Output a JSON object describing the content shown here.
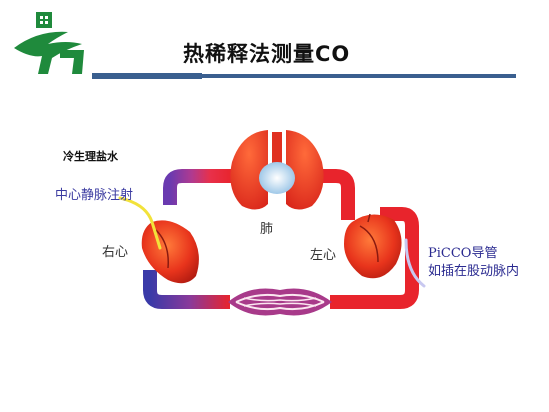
{
  "slide": {
    "title": "热稀释法测量CO"
  },
  "labels": {
    "cold_saline": "冷生理盐水",
    "central_venous_injection": "中心静脉注射",
    "right_heart": "右心",
    "lung": "肺",
    "left_heart": "左心",
    "picco_catheter": "PiCCO导管",
    "inserted_femoral_artery": "如插在股动脉内"
  },
  "colors": {
    "accent": "#3a5f8f",
    "logo_green": "#1f8a3c",
    "heart_red": "#e8341c",
    "vessel_red": "#e8242c",
    "vessel_blue": "#3a3aa8",
    "injection_yellow": "#f2e23a"
  },
  "icons": {
    "logo": "hospital-cross-logo-icon"
  }
}
